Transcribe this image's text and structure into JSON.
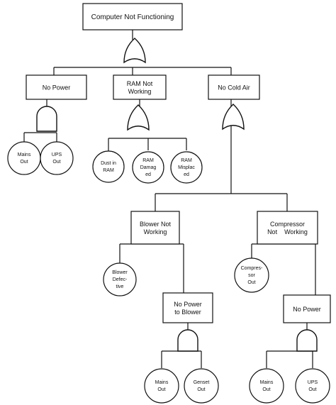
{
  "tree": {
    "top": {
      "lines": [
        "Computer Not Functioning"
      ]
    },
    "branches": {
      "no_power": {
        "lines": [
          "No Power"
        ]
      },
      "ram_not_working": {
        "lines": [
          "RAM Not",
          "Working"
        ]
      },
      "no_cold_air": {
        "lines": [
          "No Cold Air"
        ]
      }
    },
    "mains_out_1": {
      "lines": [
        "Mains",
        "Out"
      ]
    },
    "ups_out_1": {
      "lines": [
        "UPS",
        "Out"
      ]
    },
    "dust_in_ram": {
      "lines": [
        "Dust in",
        "RAM"
      ]
    },
    "ram_damaged": {
      "lines": [
        "RAM",
        "Damag",
        "ed"
      ]
    },
    "ram_misplaced": {
      "lines": [
        "RAM",
        "Misplac",
        "ed"
      ]
    },
    "blower_not_working": {
      "lines": [
        "Blower Not",
        "Working"
      ]
    },
    "compressor_not_working": {
      "lines": [
        "Compressor",
        "Not    Working"
      ]
    },
    "blower_defective": {
      "lines": [
        "Blower",
        "Defec-",
        "tive"
      ]
    },
    "no_power_to_blower": {
      "lines": [
        "No Power",
        "to Blower"
      ]
    },
    "compressor_out": {
      "lines": [
        "Compres-",
        "sor",
        "Out"
      ]
    },
    "no_power_2": {
      "lines": [
        "No Power"
      ]
    },
    "mains_out_2": {
      "lines": [
        "Mains",
        "Out"
      ]
    },
    "genset_out": {
      "lines": [
        "Genset",
        "Out"
      ]
    },
    "mains_out_3": {
      "lines": [
        "Mains",
        "Out"
      ]
    },
    "ups_out_2": {
      "lines": [
        "UPS",
        "Out"
      ]
    }
  },
  "gates": {
    "g_top": "or-gate",
    "g_no_power": "and-gate",
    "g_ram": "or-gate",
    "g_cold_air": "or-gate",
    "g_no_power_to_blower": "and-gate",
    "g_no_power_2": "and-gate"
  },
  "colors": {
    "line": "#111111",
    "fill": "#ffffff",
    "text": "#111111"
  }
}
